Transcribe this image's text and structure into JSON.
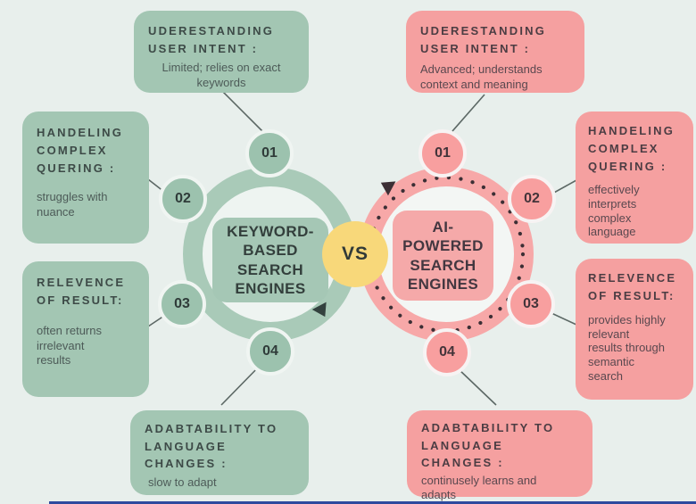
{
  "colors": {
    "background": "#e8efec",
    "green_box": "#a3c6b3",
    "green_ring": "#a9cab8",
    "pink_box": "#f5a0a0",
    "pink_ring": "#f7a8a8",
    "vs_yellow": "#f8d87a",
    "bottom_accent": "#2e4a9e"
  },
  "center": {
    "left_engine": "KEYWORD-\nBASED\nSEARCH\nENGINES",
    "right_engine": "AI-\nPOWERED\nSEARCH\nENGINES",
    "vs_label": "VS"
  },
  "rings": {
    "left": {
      "numbers": [
        "01",
        "02",
        "03",
        "04"
      ]
    },
    "right": {
      "numbers": [
        "01",
        "02",
        "03",
        "04"
      ]
    }
  },
  "boxes": {
    "top_left": {
      "title": "UDERESTANDING\nUSER INTENT :",
      "body": "Limited; relies on exact\nkeywords"
    },
    "top_right": {
      "title": "UDERESTANDING\nUSER INTENT :",
      "body": "Advanced; understands\ncontext and meaning"
    },
    "left_upper": {
      "title": "HANDELING\nCOMPLEX\nQUERING :",
      "body": "struggles with\nnuance"
    },
    "left_lower": {
      "title": "RELEVENCE\nOF RESULT:",
      "body": "often returns\nirrelevant\nresults"
    },
    "bottom_left": {
      "title": "ADABTABILITY TO\nLANGUAGE\nCHANGES :",
      "body": "slow to adapt"
    },
    "right_upper": {
      "title": "HANDELING\nCOMPLEX\nQUERING :",
      "body": "effectively\ninterprets\ncomplex\nlanguage"
    },
    "right_lower": {
      "title": "RELEVENCE\nOF RESULT:",
      "body": "provides highly\nrelevant\n results through\nsemantic\nsearch"
    },
    "bottom_right": {
      "title": "ADABTABILITY TO\nLANGUAGE\nCHANGES :",
      "body": "continusely learns and\nadapts"
    }
  }
}
